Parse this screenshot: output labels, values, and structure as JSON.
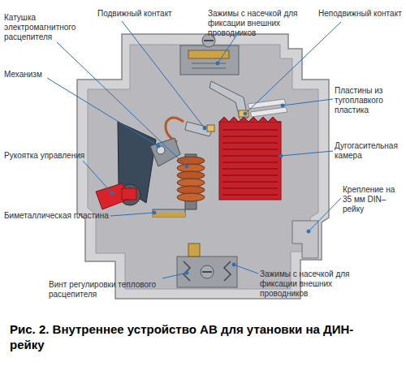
{
  "diagram": {
    "caption": "Рис. 2. Внутреннее устройство АВ для утановки на ДИН-рейку",
    "labels": [
      "Катушка электромагнитного расцепителя",
      "Подвижный контакт",
      "Зажимы с насечкой для фиксации внешних проводников",
      "Неподвижный контакт",
      "Механизм",
      "Пластины из тугоплавкого пластика",
      "Дугогасительная камера",
      "Рукоятка управления",
      "Крепление на 35 мм DIN–рейку",
      "Биметаллическая пластина",
      "Винт регулировки теплового расцепителя",
      "Зажимы с насечкой для фиксации внешних проводников"
    ]
  }
}
